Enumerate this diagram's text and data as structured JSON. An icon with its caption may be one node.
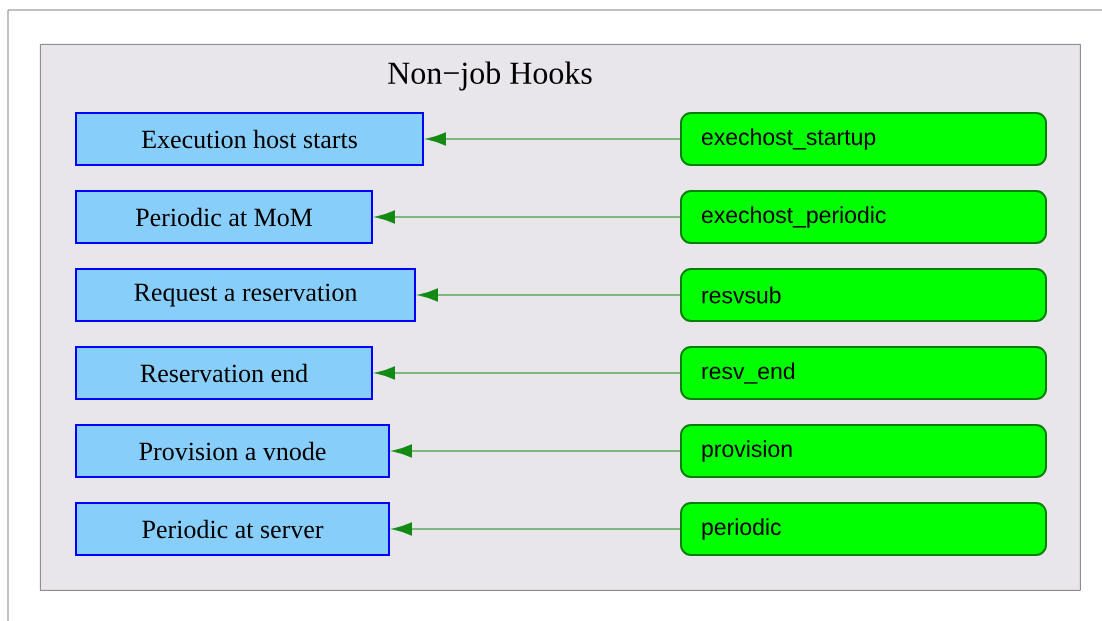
{
  "diagram": {
    "nodes": [
      {
        "text": [
          "Non−job Hooks"
        ]
      },
      {
        "text": [
          "Execution host starts"
        ],
        "in": 0
      },
      {
        "text": [
          "Periodic at MoM"
        ],
        "in": 0
      },
      {
        "text": [
          "Request a reservation"
        ],
        "in": 0
      },
      {
        "text": [
          "Reservation end"
        ],
        "in": 0
      },
      {
        "text": [
          "Provision a vnode"
        ],
        "in": 0
      },
      {
        "text": [
          "Periodic at server"
        ],
        "in": 0
      },
      {
        "text": [
          "exechost_startup"
        ],
        "in": 0
      },
      {
        "text": [
          "exechost_periodic"
        ],
        "in": 0
      },
      {
        "text": [
          "resvsub"
        ],
        "in": 0
      },
      {
        "text": [
          "resv_end"
        ],
        "in": 0
      },
      {
        "text": [
          "provision"
        ],
        "in": 0
      },
      {
        "text": [
          "periodic"
        ],
        "in": 0
      }
    ],
    "edges": [
      {
        "from": 7,
        "to": 1,
        "arrow": "to"
      },
      {
        "from": 8,
        "to": 2,
        "arrow": "to"
      },
      {
        "from": 9,
        "to": 3,
        "arrow": "to"
      },
      {
        "from": 10,
        "to": 4,
        "arrow": "to"
      },
      {
        "from": 11,
        "to": 5,
        "arrow": "to"
      },
      {
        "from": 12,
        "to": 6,
        "arrow": "to"
      }
    ]
  }
}
